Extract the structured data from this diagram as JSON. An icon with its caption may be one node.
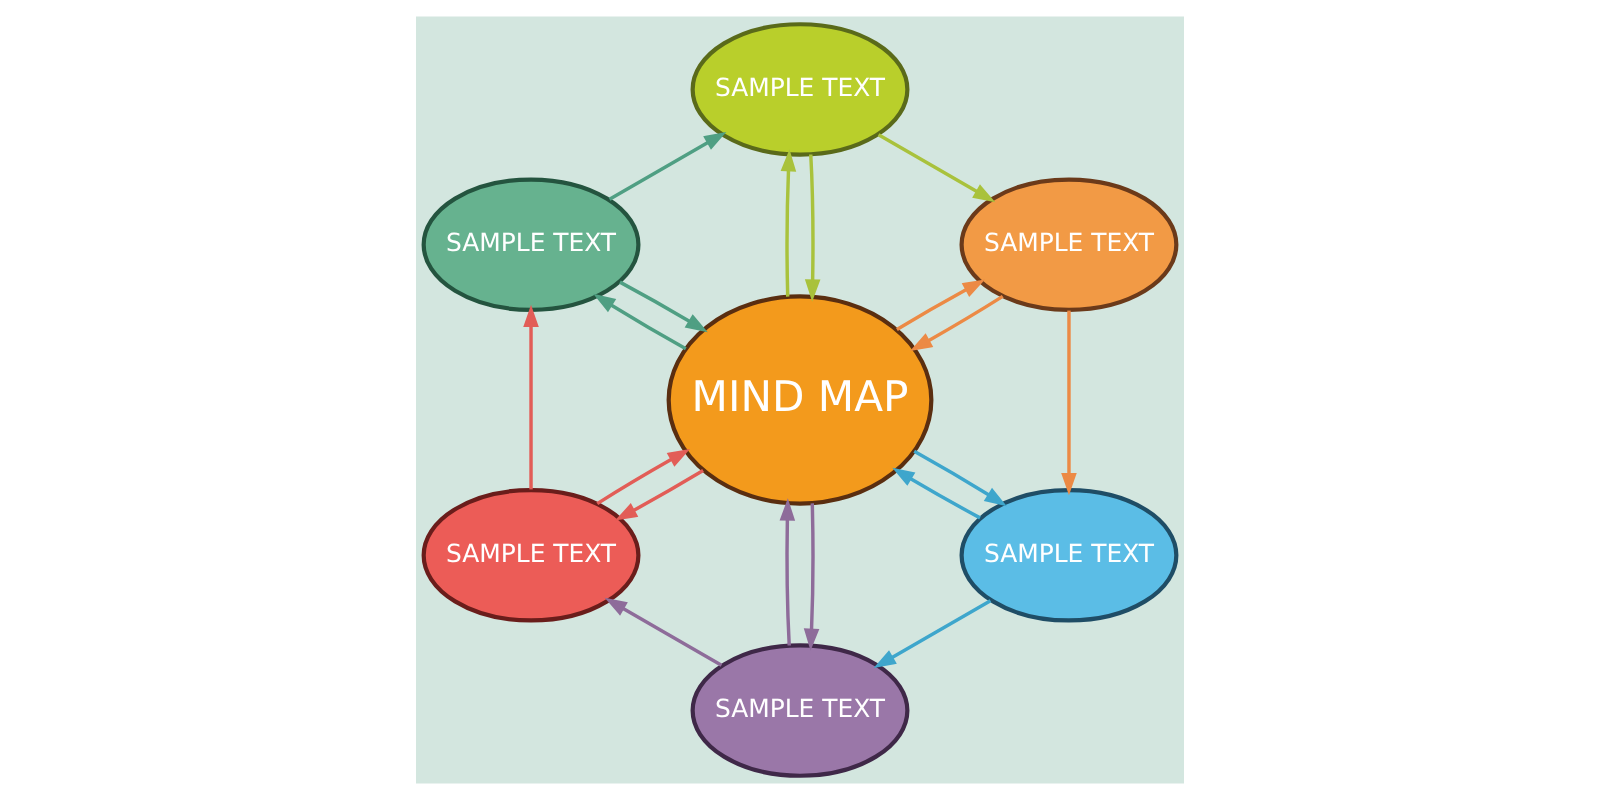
{
  "diagram": {
    "nodes": [
      {
        "text": [
          "SAMPLE TEXT"
        ]
      },
      {
        "text": [
          "SAMPLE TEXT"
        ]
      },
      {
        "text": [
          "SAMPLE TEXT"
        ]
      },
      {
        "text": [
          "MIND MAP"
        ]
      },
      {
        "text": [
          "SAMPLE TEXT"
        ]
      },
      {
        "text": [
          "SAMPLE TEXT"
        ]
      },
      {
        "text": [
          "SAMPLE TEXT"
        ]
      }
    ],
    "edges": [
      {
        "from": 0,
        "to": 2,
        "arrow": "to",
        "color": "#a9c23c"
      },
      {
        "from": 2,
        "to": 5,
        "arrow": "to",
        "color": "#ec8a45"
      },
      {
        "from": 5,
        "to": 6,
        "arrow": "to",
        "color": "#3ea6cc"
      },
      {
        "from": 6,
        "to": 4,
        "arrow": "to",
        "color": "#8e6c9a"
      },
      {
        "from": 4,
        "to": 1,
        "arrow": "to",
        "color": "#e25d57"
      },
      {
        "from": 1,
        "to": 0,
        "arrow": "to",
        "color": "#4f9f83"
      },
      {
        "from": 3,
        "to": 0,
        "arrow": "to",
        "color": "#a9c23c"
      },
      {
        "from": 0,
        "to": 3,
        "arrow": "to",
        "color": "#a9c23c"
      },
      {
        "from": 3,
        "to": 2,
        "arrow": "to",
        "color": "#ec8a45"
      },
      {
        "from": 2,
        "to": 3,
        "arrow": "to",
        "color": "#ec8a45"
      },
      {
        "from": 3,
        "to": 5,
        "arrow": "to",
        "color": "#3ea6cc"
      },
      {
        "from": 5,
        "to": 3,
        "arrow": "to",
        "color": "#3ea6cc"
      },
      {
        "from": 3,
        "to": 6,
        "arrow": "to",
        "color": "#8e6c9a"
      },
      {
        "from": 6,
        "to": 3,
        "arrow": "to",
        "color": "#8e6c9a"
      },
      {
        "from": 3,
        "to": 4,
        "arrow": "to",
        "color": "#e25d57"
      },
      {
        "from": 4,
        "to": 3,
        "arrow": "to",
        "color": "#e25d57"
      },
      {
        "from": 3,
        "to": 1,
        "arrow": "to",
        "color": "#4f9f83"
      },
      {
        "from": 1,
        "to": 3,
        "arrow": "to",
        "color": "#4f9f83"
      }
    ]
  }
}
